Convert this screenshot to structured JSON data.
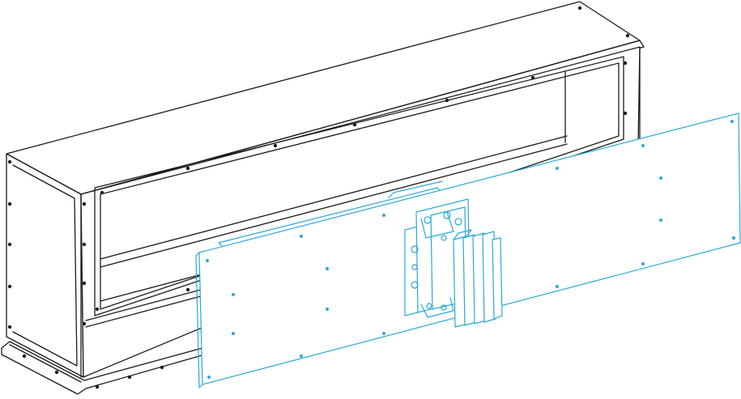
{
  "diagram": {
    "colors": {
      "housing_stroke": "#1a1a1a",
      "housing_fill": "#ffffff",
      "panel_stroke": "#29a8d8",
      "panel_fill": "#ffffff",
      "background": "#ffffff"
    },
    "components": [
      {
        "id": "enclosure",
        "kind": "housing",
        "panel_count": 1
      },
      {
        "id": "front-cover-panel",
        "kind": "exploded-cover"
      },
      {
        "id": "busbar-connector",
        "kind": "terminal-block",
        "plates": 5
      }
    ]
  }
}
